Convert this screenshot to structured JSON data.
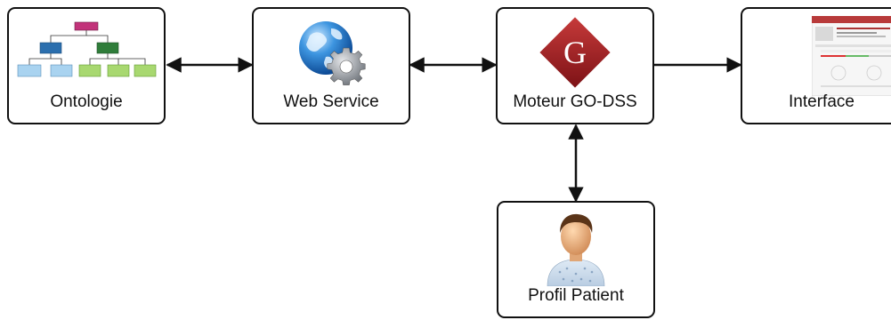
{
  "diagram": {
    "nodes": {
      "ontologie": {
        "label": "Ontologie",
        "icon": "ontology-tree-icon"
      },
      "web_service": {
        "label": "Web Service",
        "icon": "globe-gear-icon"
      },
      "moteur": {
        "label": "Moteur GO-DSS",
        "icon": "go-dss-logo",
        "logo_letter": "G"
      },
      "interface": {
        "label": "Interface",
        "icon": "interface-screenshot-icon"
      },
      "profil_patient": {
        "label": "Profil Patient",
        "icon": "patient-avatar-icon"
      }
    },
    "edges": [
      {
        "from": "ontologie",
        "to": "web_service",
        "direction": "bidirectional"
      },
      {
        "from": "web_service",
        "to": "moteur",
        "direction": "bidirectional"
      },
      {
        "from": "moteur",
        "to": "interface",
        "direction": "forward"
      },
      {
        "from": "moteur",
        "to": "profil_patient",
        "direction": "bidirectional"
      }
    ],
    "colors": {
      "box_border": "#111111",
      "logo_red": "#9b1b1e",
      "globe_blue": "#2f86d6",
      "gear_grey": "#8a8f96"
    }
  }
}
